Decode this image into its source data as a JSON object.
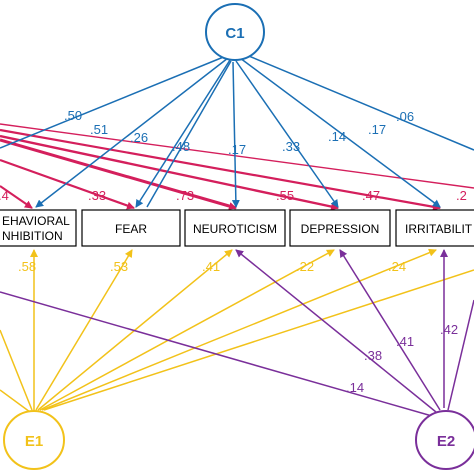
{
  "colors": {
    "c1": "#1b6fb4",
    "genetic": "#d41f5c",
    "e1": "#f2c21a",
    "e2": "#7a2f9a",
    "box_stroke": "#000000"
  },
  "latent": {
    "c1": "C1",
    "e1": "E1",
    "e2": "E2"
  },
  "observed": {
    "behavioral_line1": "EHAVIORAL",
    "behavioral_line2": "NHIBITION",
    "fear": "FEAR",
    "neuroticism": "NEUROTICISM",
    "depression": "DEPRESSION",
    "irritability": "IRRITABILIT"
  },
  "loadings": {
    "c1": {
      "a": ".50",
      "behavioral": ".51",
      "fear": ".26",
      "neuroticism_a": ".48",
      "neuroticism_b": ".17",
      "depression": ".33",
      "irritability_a": ".14",
      "irritability_b": ".17",
      "right": ".06"
    },
    "genetic": {
      "behavioral": ".4",
      "fear": ".33",
      "neuroticism": ".73",
      "depression": ".55",
      "irritability": ".47",
      "right": ".2"
    },
    "e1": {
      "behavioral": ".58",
      "fear": ".53",
      "neuroticism": ".41",
      "depression": ".22",
      "irritability": ".24"
    },
    "e2": {
      "neuroticism": ".38",
      "depression": ".41",
      "irritability": ".42",
      "behavioral": ".14"
    }
  }
}
